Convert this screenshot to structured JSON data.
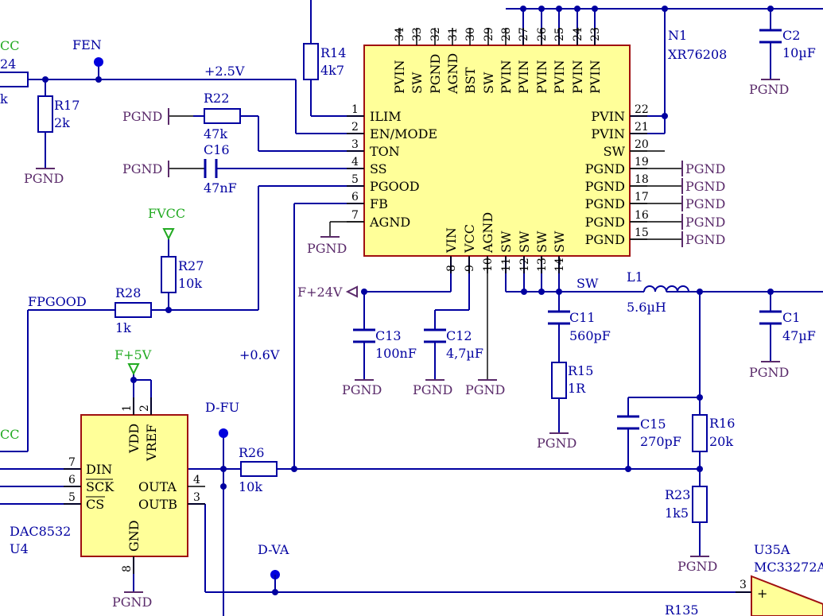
{
  "ic_n1": {
    "ref": "N1",
    "part": "XR76208",
    "top_pins": [
      {
        "n": "34",
        "name": "PVIN"
      },
      {
        "n": "33",
        "name": "SW"
      },
      {
        "n": "32",
        "name": "PGND"
      },
      {
        "n": "31",
        "name": "AGND"
      },
      {
        "n": "30",
        "name": "BST"
      },
      {
        "n": "29",
        "name": "SW"
      },
      {
        "n": "28",
        "name": "PVIN"
      },
      {
        "n": "27",
        "name": "PVIN"
      },
      {
        "n": "26",
        "name": "PVIN"
      },
      {
        "n": "25",
        "name": "PVIN"
      },
      {
        "n": "24",
        "name": "PVIN"
      },
      {
        "n": "23",
        "name": "PVIN"
      }
    ],
    "left_pins": [
      {
        "n": "1",
        "name": "ILIM"
      },
      {
        "n": "2",
        "name": "EN/MODE"
      },
      {
        "n": "3",
        "name": "TON"
      },
      {
        "n": "4",
        "name": "SS"
      },
      {
        "n": "5",
        "name": "PGOOD"
      },
      {
        "n": "6",
        "name": "FB"
      },
      {
        "n": "7",
        "name": "AGND"
      }
    ],
    "right_pins": [
      {
        "n": "22",
        "name": "PVIN"
      },
      {
        "n": "21",
        "name": "PVIN"
      },
      {
        "n": "20",
        "name": "SW"
      },
      {
        "n": "19",
        "name": "PGND"
      },
      {
        "n": "18",
        "name": "PGND"
      },
      {
        "n": "17",
        "name": "PGND"
      },
      {
        "n": "16",
        "name": "PGND"
      },
      {
        "n": "15",
        "name": "PGND"
      }
    ],
    "bottom_pins": [
      {
        "n": "8",
        "name": "VIN"
      },
      {
        "n": "9",
        "name": "VCC"
      },
      {
        "n": "10",
        "name": "AGND"
      },
      {
        "n": "11",
        "name": "SW"
      },
      {
        "n": "12",
        "name": "SW"
      },
      {
        "n": "13",
        "name": "SW"
      },
      {
        "n": "14",
        "name": "SW"
      }
    ]
  },
  "ic_u4": {
    "ref": "U4",
    "part": "DAC8532",
    "pins": {
      "vdd_n": "1",
      "vref_n": "2",
      "din_n": "7",
      "sck_n": "6",
      "cs_n": "5",
      "gnd_n": "8",
      "outa_n": "4",
      "outb_n": "3",
      "vdd": "VDD",
      "vref": "VREF",
      "din": "DIN",
      "sck": "SCK",
      "cs": "CS",
      "gnd": "GND",
      "outa": "OUTA",
      "outb": "OUTB"
    }
  },
  "op_u35": {
    "ref": "U35A",
    "part": "MC33272A",
    "pin": "3",
    "sign": "+"
  },
  "components": {
    "r14": {
      "ref": "R14",
      "val": "4k7"
    },
    "r17": {
      "ref": "R17",
      "val": "2k"
    },
    "r22": {
      "ref": "R22",
      "val": "47k"
    },
    "c16": {
      "ref": "C16",
      "val": "47nF"
    },
    "r27": {
      "ref": "R27",
      "val": "10k"
    },
    "r28": {
      "ref": "R28",
      "val": "1k"
    },
    "c13": {
      "ref": "C13",
      "val": "100nF"
    },
    "c12": {
      "ref": "C12",
      "val": "4,7µF"
    },
    "c11": {
      "ref": "C11",
      "val": "560pF"
    },
    "r15": {
      "ref": "R15",
      "val": "1R"
    },
    "l1": {
      "ref": "L1",
      "val": "5.6µH"
    },
    "c1": {
      "ref": "C1",
      "val": "47µF"
    },
    "c2": {
      "ref": "C2",
      "val": "10µF"
    },
    "c15": {
      "ref": "C15",
      "val": "270pF"
    },
    "r16": {
      "ref": "R16",
      "val": "20k"
    },
    "r23": {
      "ref": "R23",
      "val": "1k5"
    },
    "r26": {
      "ref": "R26",
      "val": "10k"
    },
    "r124": {
      "ref": "24",
      "val": "k"
    },
    "r135": {
      "ref": "R135"
    }
  },
  "nets": {
    "fen": "FEN",
    "plus25": "+2.5V",
    "fvcc": "FVCC",
    "fpgood": "FPGOOD",
    "f5v": "F+5V",
    "f24v": "F+24V",
    "plus06": "+0.6V",
    "dfu": "D-FU",
    "dva": "D-VA",
    "sw": "SW",
    "pgnd": "PGND",
    "cc_top": "CC",
    "cc_mid": "CC"
  }
}
